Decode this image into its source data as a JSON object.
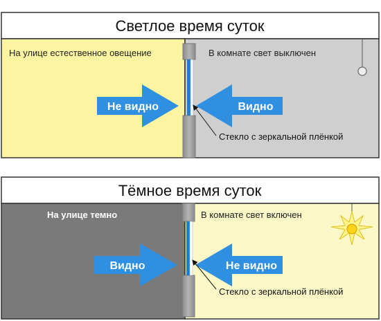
{
  "colors": {
    "outside_day": "#fbf5a1",
    "room_dark": "#cfcfcf",
    "outside_night": "#7a7a7a",
    "room_lit": "#fbf7c6",
    "frame": "#9e9e9e",
    "glass": "#1e7fd0",
    "arrow": "#2f8fe0",
    "border": "#333333"
  },
  "day": {
    "title": "Светлое время суток",
    "outside_label": "На улице естественное овещение",
    "room_label": "В комнате свет выключен",
    "arrow_left_label": "Не видно",
    "arrow_right_label": "Видно",
    "glass_label": "Стекло с зеркальной плёнкой",
    "lamp_icon": "lamp-off-icon"
  },
  "night": {
    "title": "Тёмное время суток",
    "outside_label": "На улице темно",
    "room_label": "В комнате свет включен",
    "arrow_left_label": "Видно",
    "arrow_right_label": "Не видно",
    "glass_label": "Стекло с зеркальной плёнкой",
    "lamp_icon": "lamp-on-icon"
  }
}
